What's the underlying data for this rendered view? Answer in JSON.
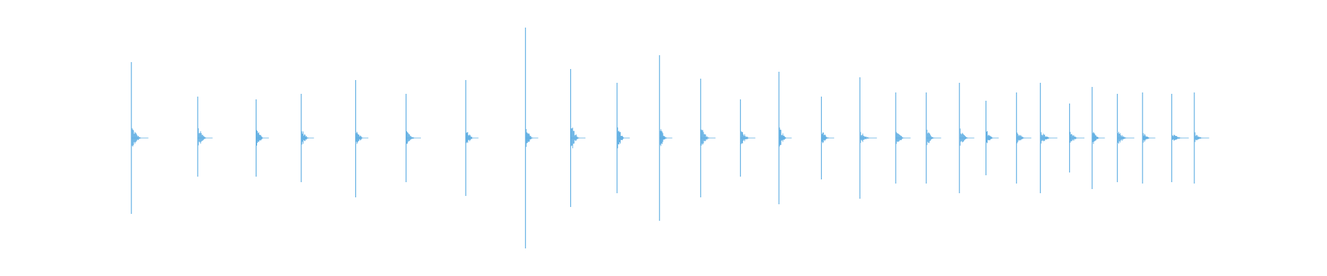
{
  "waveform": {
    "color": "#5dade2",
    "background": "#ffffff",
    "amplitude_scale_max": 1.0,
    "transients": [
      {
        "time": 0.099,
        "peak_up": 0.55,
        "peak_down": 0.55,
        "tail_length": 0.008,
        "tail_amp": 0.1
      },
      {
        "time": 0.149,
        "peak_up": 0.3,
        "peak_down": 0.28,
        "tail_length": 0.007,
        "tail_amp": 0.09
      },
      {
        "time": 0.193,
        "peak_up": 0.28,
        "peak_down": 0.28,
        "tail_length": 0.006,
        "tail_amp": 0.1
      },
      {
        "time": 0.227,
        "peak_up": 0.32,
        "peak_down": 0.32,
        "tail_length": 0.006,
        "tail_amp": 0.08
      },
      {
        "time": 0.268,
        "peak_up": 0.42,
        "peak_down": 0.43,
        "tail_length": 0.006,
        "tail_amp": 0.09
      },
      {
        "time": 0.306,
        "peak_up": 0.32,
        "peak_down": 0.32,
        "tail_length": 0.007,
        "tail_amp": 0.07
      },
      {
        "time": 0.351,
        "peak_up": 0.42,
        "peak_down": 0.42,
        "tail_length": 0.006,
        "tail_amp": 0.09
      },
      {
        "time": 0.396,
        "peak_up": 0.8,
        "peak_down": 0.8,
        "tail_length": 0.006,
        "tail_amp": 0.1
      },
      {
        "time": 0.43,
        "peak_up": 0.5,
        "peak_down": 0.5,
        "tail_length": 0.007,
        "tail_amp": 0.12
      },
      {
        "time": 0.465,
        "peak_up": 0.4,
        "peak_down": 0.4,
        "tail_length": 0.006,
        "tail_amp": 0.11
      },
      {
        "time": 0.497,
        "peak_up": 0.6,
        "peak_down": 0.6,
        "tail_length": 0.006,
        "tail_amp": 0.1
      },
      {
        "time": 0.528,
        "peak_up": 0.43,
        "peak_down": 0.43,
        "tail_length": 0.007,
        "tail_amp": 0.1
      },
      {
        "time": 0.558,
        "peak_up": 0.28,
        "peak_down": 0.28,
        "tail_length": 0.007,
        "tail_amp": 0.08
      },
      {
        "time": 0.587,
        "peak_up": 0.48,
        "peak_down": 0.48,
        "tail_length": 0.006,
        "tail_amp": 0.1
      },
      {
        "time": 0.619,
        "peak_up": 0.3,
        "peak_down": 0.3,
        "tail_length": 0.006,
        "tail_amp": 0.08
      },
      {
        "time": 0.648,
        "peak_up": 0.44,
        "peak_down": 0.44,
        "tail_length": 0.008,
        "tail_amp": 0.06
      },
      {
        "time": 0.675,
        "peak_up": 0.33,
        "peak_down": 0.33,
        "tail_length": 0.007,
        "tail_amp": 0.08
      },
      {
        "time": 0.698,
        "peak_up": 0.33,
        "peak_down": 0.33,
        "tail_length": 0.007,
        "tail_amp": 0.07
      },
      {
        "time": 0.723,
        "peak_up": 0.4,
        "peak_down": 0.4,
        "tail_length": 0.007,
        "tail_amp": 0.08
      },
      {
        "time": 0.743,
        "peak_up": 0.27,
        "peak_down": 0.27,
        "tail_length": 0.006,
        "tail_amp": 0.07
      },
      {
        "time": 0.766,
        "peak_up": 0.33,
        "peak_down": 0.33,
        "tail_length": 0.007,
        "tail_amp": 0.06
      },
      {
        "time": 0.784,
        "peak_up": 0.4,
        "peak_down": 0.4,
        "tail_length": 0.008,
        "tail_amp": 0.06
      },
      {
        "time": 0.806,
        "peak_up": 0.25,
        "peak_down": 0.25,
        "tail_length": 0.007,
        "tail_amp": 0.06
      },
      {
        "time": 0.823,
        "peak_up": 0.37,
        "peak_down": 0.37,
        "tail_length": 0.006,
        "tail_amp": 0.06
      },
      {
        "time": 0.842,
        "peak_up": 0.32,
        "peak_down": 0.32,
        "tail_length": 0.008,
        "tail_amp": 0.06
      },
      {
        "time": 0.861,
        "peak_up": 0.33,
        "peak_down": 0.33,
        "tail_length": 0.006,
        "tail_amp": 0.05
      },
      {
        "time": 0.883,
        "peak_up": 0.32,
        "peak_down": 0.32,
        "tail_length": 0.008,
        "tail_amp": 0.04
      },
      {
        "time": 0.9,
        "peak_up": 0.33,
        "peak_down": 0.33,
        "tail_length": 0.007,
        "tail_amp": 0.05
      }
    ]
  }
}
